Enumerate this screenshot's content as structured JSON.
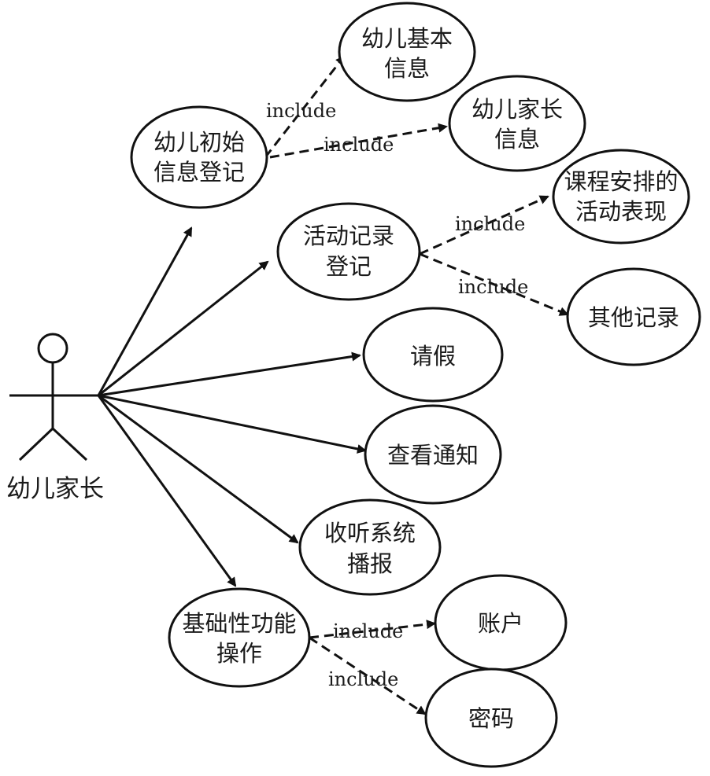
{
  "actor": {
    "label": "幼儿家长"
  },
  "use_cases": {
    "initial_registration": [
      "幼儿初始",
      "信息登记"
    ],
    "child_basic_info": [
      "幼儿基本",
      "信息"
    ],
    "parent_info": [
      "幼儿家长",
      "信息"
    ],
    "activity_record": [
      "活动记录",
      "登记"
    ],
    "course_activity": [
      "课程安排的",
      "活动表现"
    ],
    "other_records": [
      "其他记录"
    ],
    "leave_request": [
      "请假"
    ],
    "view_notice": [
      "查看通知"
    ],
    "listen_broadcast": [
      "收听系统",
      "播报"
    ],
    "basic_operations": [
      "基础性功能",
      "操作"
    ],
    "account": [
      "账户"
    ],
    "password": [
      "密码"
    ]
  },
  "relations": {
    "include_label": "include"
  }
}
